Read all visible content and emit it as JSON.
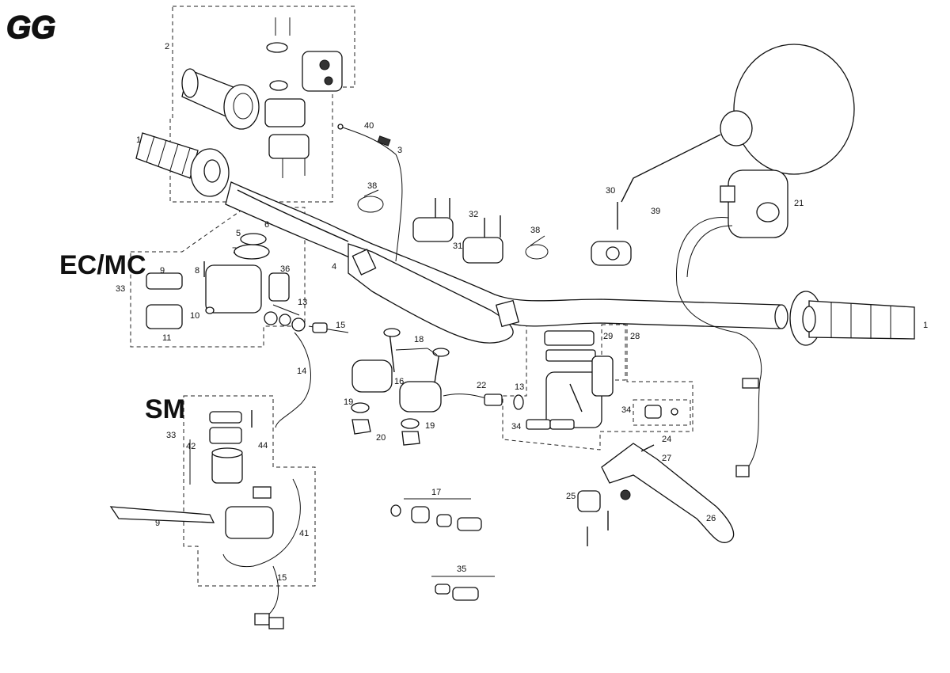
{
  "diagram": {
    "logo": "GG",
    "section_labels": {
      "ecmc": "EC/MC",
      "sm": "SM"
    },
    "part_numbers": {
      "p1_left": "1",
      "p1_right": "1",
      "p2": "2",
      "p3": "3",
      "p4": "4",
      "p5": "5",
      "p6": "6",
      "p7": "7",
      "p8": "8",
      "p9_ec": "9",
      "p9_sm": "9",
      "p10": "10",
      "p11": "11",
      "p13_left": "13",
      "p13_mid": "13",
      "p14": "14",
      "p15_top": "15",
      "p15_bottom": "15",
      "p16": "16",
      "p17": "17",
      "p18": "18",
      "p19_a": "19",
      "p19_b": "19",
      "p20": "20",
      "p21": "21",
      "p22": "22",
      "p24": "24",
      "p25": "25",
      "p26": "26",
      "p27": "27",
      "p28": "28",
      "p29": "29",
      "p30": "30",
      "p31": "31",
      "p32": "32",
      "p33_ec": "33",
      "p33_sm": "33",
      "p34_a": "34",
      "p34_b": "34",
      "p35": "35",
      "p36": "36",
      "p38_a": "38",
      "p38_b": "38",
      "p39": "39",
      "p40": "40",
      "p41": "41",
      "p42": "42",
      "p44": "44"
    }
  }
}
